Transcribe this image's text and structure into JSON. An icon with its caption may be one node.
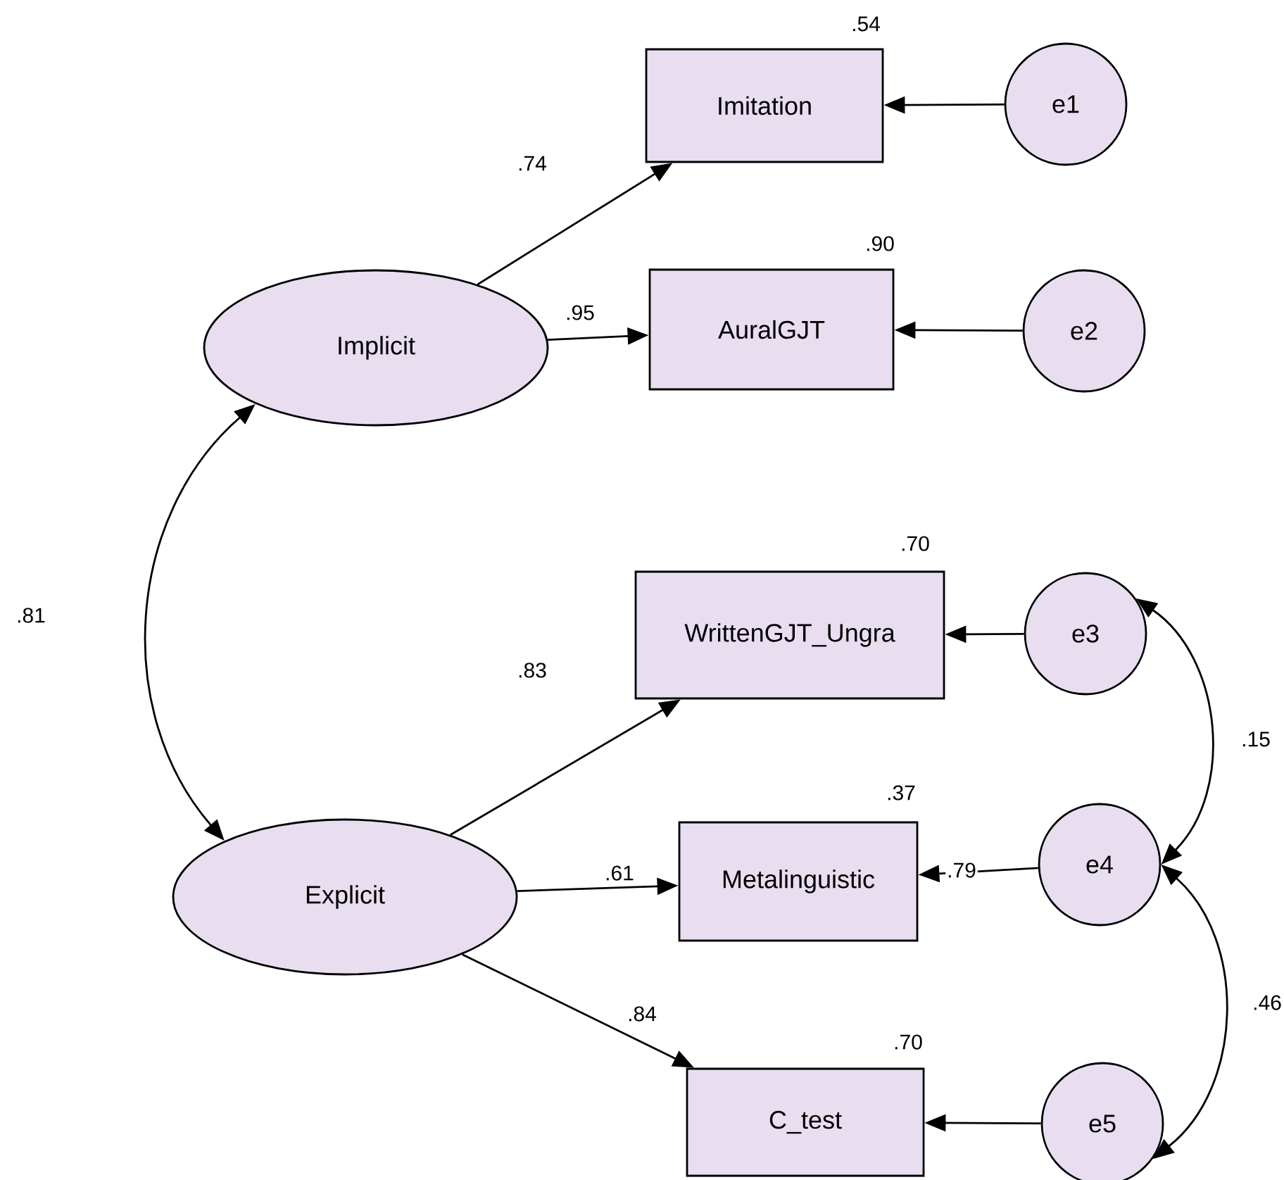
{
  "diagram": {
    "nodes": [
      {
        "text": [
          "Implicit"
        ]
      },
      {
        "text": [
          "Explicit"
        ]
      },
      {
        "text": [
          "Imitation"
        ],
        "beside": [
          ".54"
        ]
      },
      {
        "text": [
          "AuralGJT"
        ],
        "beside": [
          ".90"
        ]
      },
      {
        "text": [
          "WrittenGJT_Ungra"
        ],
        "beside": [
          ".70"
        ]
      },
      {
        "text": [
          "Metalinguistic"
        ],
        "beside": [
          ".37"
        ]
      },
      {
        "text": [
          "C_test"
        ],
        "beside": [
          ".70"
        ]
      },
      {
        "text": [
          "e1"
        ]
      },
      {
        "text": [
          "e2"
        ]
      },
      {
        "text": [
          "e3"
        ]
      },
      {
        "text": [
          "e4"
        ]
      },
      {
        "text": [
          "e5"
        ]
      }
    ],
    "edges": [
      {
        "from": 0,
        "to": 2,
        "arrow": "to",
        "label": ".74"
      },
      {
        "from": 0,
        "to": 3,
        "arrow": "to",
        "label": ".95"
      },
      {
        "from": 1,
        "to": 4,
        "arrow": "to",
        "label": ".83"
      },
      {
        "from": 1,
        "to": 5,
        "arrow": "to",
        "label": ".61"
      },
      {
        "from": 1,
        "to": 6,
        "arrow": "to",
        "label": ".84"
      },
      {
        "from": 7,
        "to": 2,
        "arrow": "to"
      },
      {
        "from": 8,
        "to": 3,
        "arrow": "to"
      },
      {
        "from": 9,
        "to": 4,
        "arrow": "to"
      },
      {
        "from": 10,
        "to": 5,
        "arrow": "to",
        "label": ".79"
      },
      {
        "from": 11,
        "to": 6,
        "arrow": "to"
      },
      {
        "from": 0,
        "to": 1,
        "arrow": "both",
        "label": ".81"
      },
      {
        "from": 9,
        "to": 10,
        "arrow": "both",
        "label": ".15"
      },
      {
        "from": 10,
        "to": 11,
        "arrow": "both",
        "label": ".46"
      }
    ]
  }
}
